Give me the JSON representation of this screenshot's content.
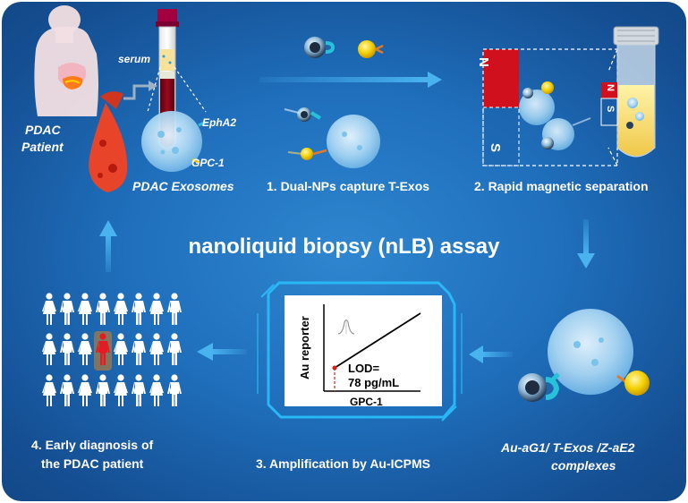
{
  "title": "nanoliquid biopsy (nLB) assay",
  "top": {
    "serum": "serum",
    "patient_line1": "PDAC",
    "patient_line2": "Patient",
    "epha2": "EphA2",
    "gpc1": "GPC-1",
    "exosomes": "PDAC Exosomes",
    "step1": "1. Dual-NPs capture T-Exos",
    "step2": "2. Rapid magnetic separation",
    "magnet_n_upper": "N",
    "magnet_s_lower": "S",
    "magnet_n_side": "N",
    "magnet_s_side": "S"
  },
  "bottom": {
    "step4_line1": "4. Early diagnosis of",
    "step4_line2": "the PDAC patient",
    "step3": "3. Amplification by Au-ICPMS",
    "complex_line1": "Au-aG1/ T-Exos /Z-aE2",
    "complex_line2": "complexes"
  },
  "plot": {
    "ylabel": "Au reporter",
    "xlabel": "GPC-1",
    "lod_line1": "LOD=",
    "lod_line2": "78 pg/mL"
  },
  "colors": {
    "background": "#1f6fbc",
    "arrow": "#49b3f0",
    "magnet_red": "#d0101c",
    "gold_np": "#f5d400",
    "plot_frame": "#2ab7f5"
  },
  "icons": [
    "human-torso-icon",
    "blood-tube-icon",
    "exosome-icon",
    "magnetic-np-icon",
    "gold-np-icon",
    "magnet-icon",
    "sample-tube-icon",
    "person-icon"
  ]
}
